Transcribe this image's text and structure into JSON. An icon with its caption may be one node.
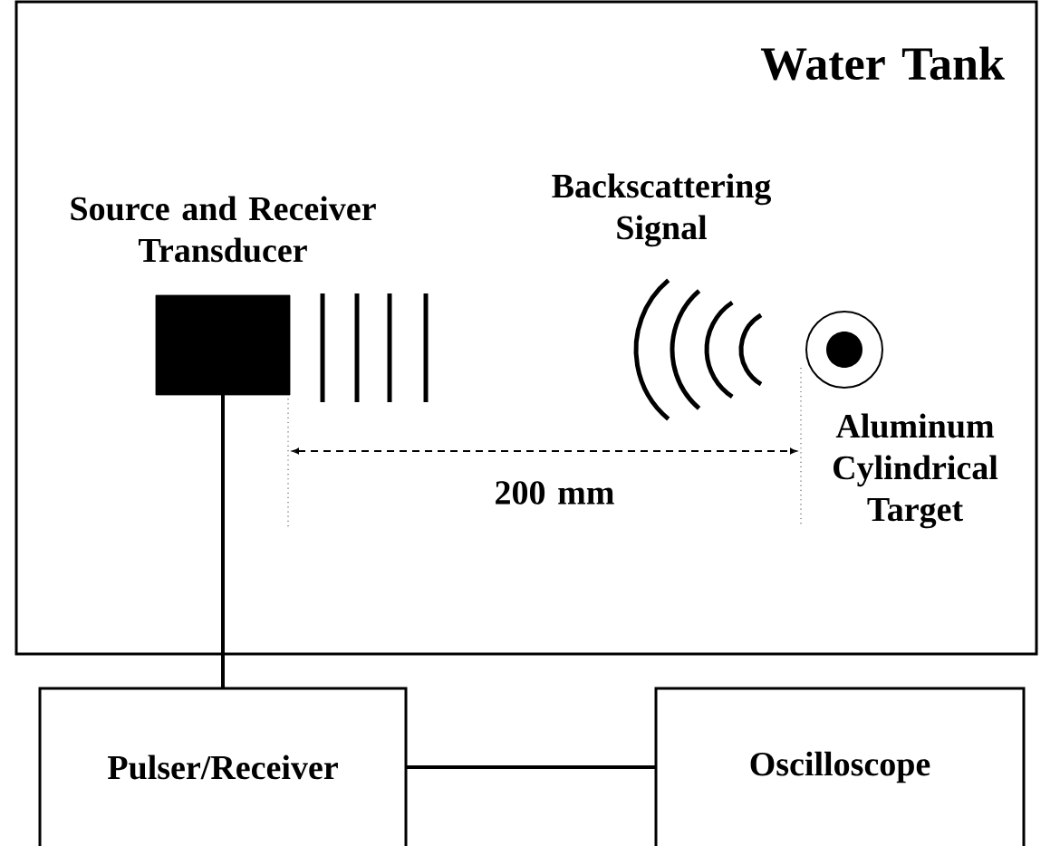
{
  "diagram": {
    "nodes": [
      {
        "text": [
          "Water Tank"
        ]
      },
      {
        "text": [
          "Source and Receiver Transducer"
        ],
        "in": 0
      },
      {
        "text": [
          "Aluminum Cylindrical Target"
        ],
        "in": 0
      },
      {
        "text": [
          "Pulser/Receiver"
        ]
      },
      {
        "text": [
          "Oscilloscope"
        ]
      }
    ],
    "edges": [
      {
        "from": 1,
        "to": 3,
        "arrow": "none"
      },
      {
        "from": 3,
        "to": 4,
        "arrow": "none"
      }
    ],
    "labels": [
      "Backscattering Signal",
      "200 mm"
    ]
  }
}
